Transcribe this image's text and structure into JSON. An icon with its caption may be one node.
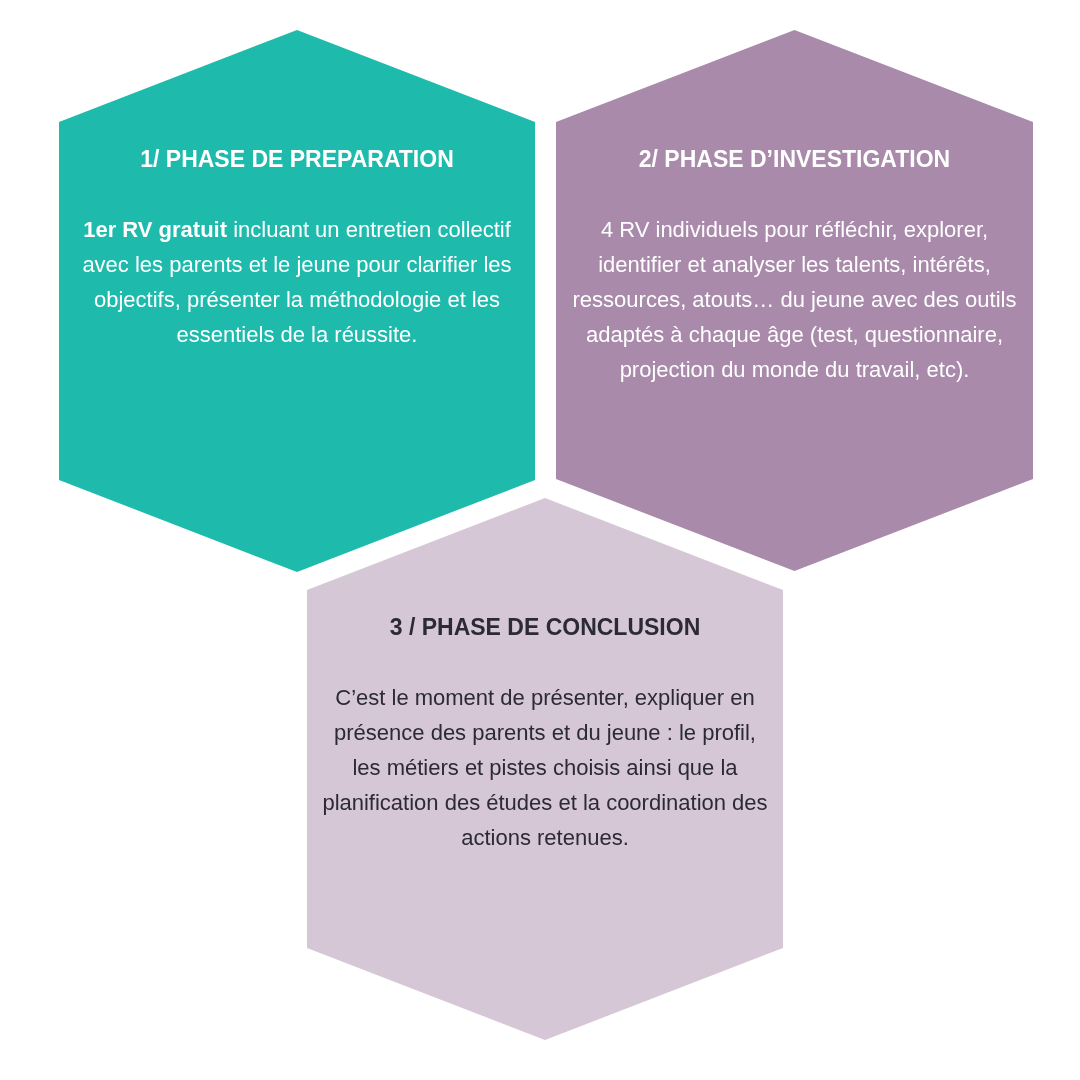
{
  "diagram": {
    "nodes": [
      {
        "text": [
          "1/ PHASE DE PREPARATION",
          "**1er RV gratuit** incluant un entretien collectif avec les parents et le jeune pour clarifier les objectifs, présenter la méthodologie et les essentiels de la réussite."
        ]
      },
      {
        "text": [
          "2/ PHASE D’INVESTIGATION",
          "4 RV individuels pour réfléchir, explorer, identifier et analyser les talents, intérêts, ressources, atouts… du jeune avec des outils adaptés à chaque âge (test, questionnaire, projection du monde du travail, etc)."
        ]
      },
      {
        "text": [
          "3 / PHASE DE CONCLUSION",
          "C’est le moment de présenter, expliquer en présence des parents et du jeune : le profil, les métiers et pistes choisis ainsi que la planification des études et la coordination des actions retenues."
        ]
      }
    ]
  }
}
